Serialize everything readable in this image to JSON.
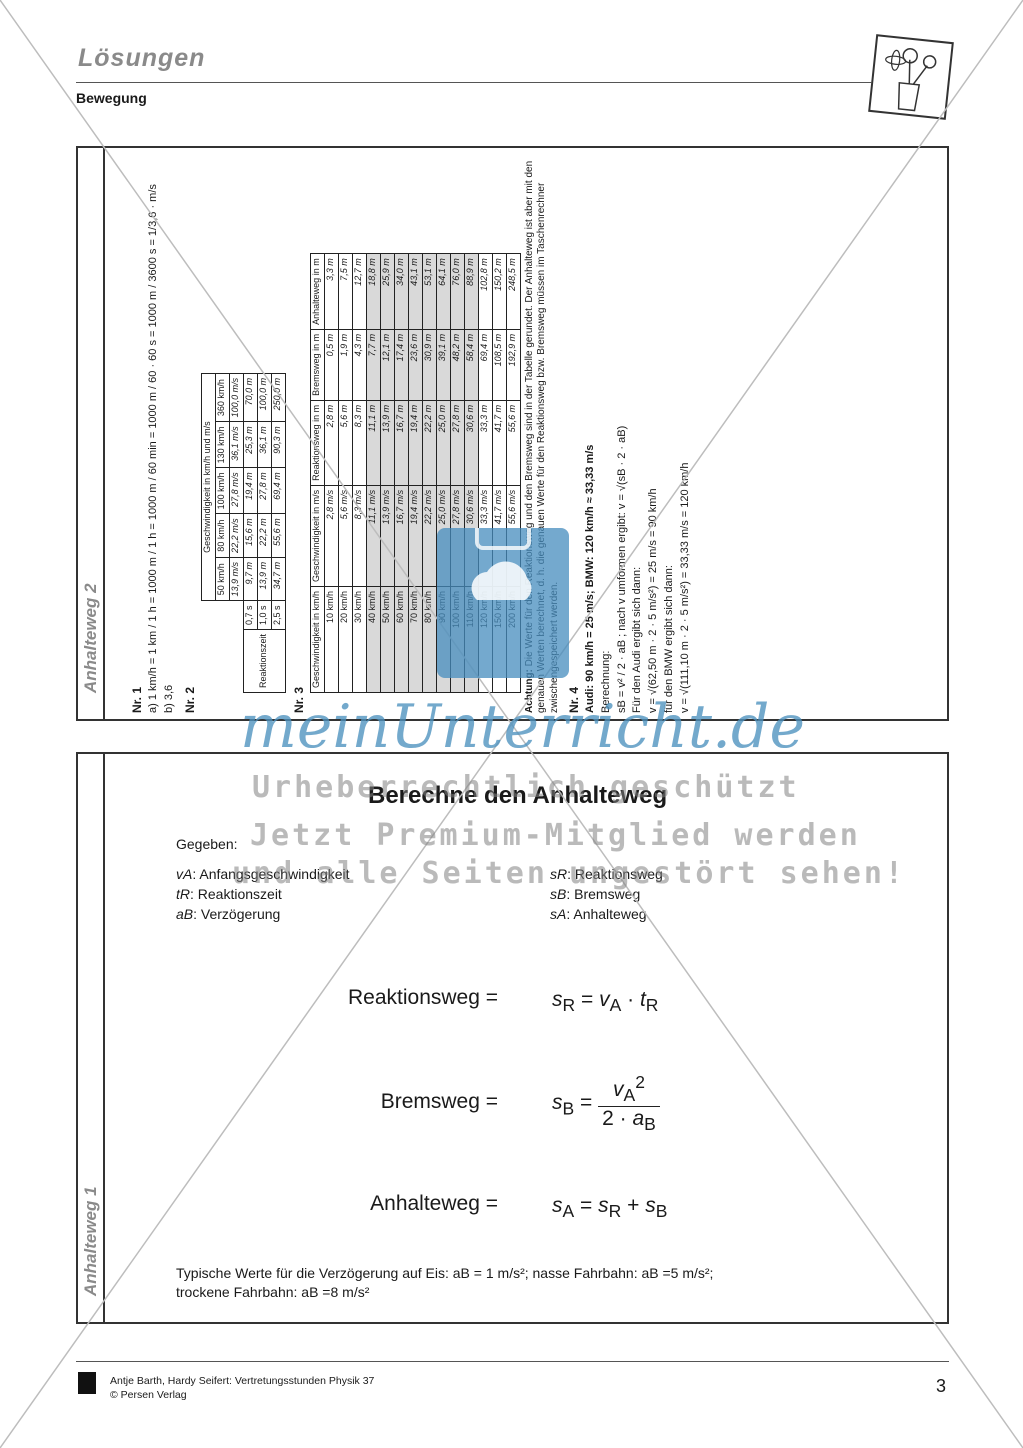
{
  "header": {
    "title": "Lösungen",
    "subtitle": "Bewegung"
  },
  "top_panel": {
    "strip_label": "Anhalteweg 2",
    "nr1": {
      "heading": "Nr. 1",
      "a": "a) 1 km/h = 1 km / 1 h = 1000 m / 1 h = 1000 m / 60 min = 1000 m / 60 · 60 s = 1000 m / 3600 s = 1/3,6 · m/s",
      "b": "b) 3,6"
    },
    "nr2": {
      "heading": "Nr. 2",
      "group_header": "Geschwindigkeit in km/h und m/s",
      "row_label": "Reaktionszeit",
      "columns": [
        "50 km/h",
        "80 km/h",
        "100 km/h",
        "130 km/h",
        "360 km/h"
      ],
      "speeds_ms": [
        "13,9 m/s",
        "22,2 m/s",
        "27,8 m/s",
        "36,1 m/s",
        "100,0 m/s"
      ],
      "rows": [
        {
          "t": "0,7 s",
          "values": [
            "9,7 m",
            "15,6 m",
            "19,4 m",
            "25,3 m",
            "70,0 m"
          ]
        },
        {
          "t": "1,0 s",
          "values": [
            "13,9 m",
            "22,2 m",
            "27,8 m",
            "36,1 m",
            "100,0 m"
          ]
        },
        {
          "t": "2,5 s",
          "values": [
            "34,7 m",
            "55,6 m",
            "69,4 m",
            "90,3 m",
            "250,0 m"
          ]
        }
      ]
    },
    "nr3": {
      "heading": "Nr. 3",
      "headers": [
        "Geschwindigkeit in km/h",
        "Geschwindigkeit in m/s",
        "Reaktionsweg in m",
        "Bremsweg in m",
        "Anhalteweg in m"
      ],
      "rows": [
        [
          "10 km/h",
          "2,8 m/s",
          "2,8 m",
          "0,5 m",
          "3,3 m"
        ],
        [
          "20 km/h",
          "5,6 m/s",
          "5,6 m",
          "1,9 m",
          "7,5 m"
        ],
        [
          "30 km/h",
          "8,3 m/s",
          "8,3 m",
          "4,3 m",
          "12,7 m"
        ],
        [
          "40 km/h",
          "11,1 m/s",
          "11,1 m",
          "7,7 m",
          "18,8 m"
        ],
        [
          "50 km/h",
          "13,9 m/s",
          "13,9 m",
          "12,1 m",
          "25,9 m"
        ],
        [
          "60 km/h",
          "16,7 m/s",
          "16,7 m",
          "17,4 m",
          "34,0 m"
        ],
        [
          "70 km/h",
          "19,4 m/s",
          "19,4 m",
          "23,6 m",
          "43,1 m"
        ],
        [
          "80 km/h",
          "22,2 m/s",
          "22,2 m",
          "30,9 m",
          "53,1 m"
        ],
        [
          "90 km/h",
          "25,0 m/s",
          "25,0 m",
          "39,1 m",
          "64,1 m"
        ],
        [
          "100 km/h",
          "27,8 m/s",
          "27,8 m",
          "48,2 m",
          "76,0 m"
        ],
        [
          "110 km/h",
          "30,6 m/s",
          "30,6 m",
          "58,4 m",
          "88,9 m"
        ],
        [
          "120 km/h",
          "33,3 m/s",
          "33,3 m",
          "69,4 m",
          "102,8 m"
        ],
        [
          "150 km/h",
          "41,7 m/s",
          "41,7 m",
          "108,5 m",
          "150,2 m"
        ],
        [
          "200 km/h",
          "55,6 m/s",
          "55,6 m",
          "192,9 m",
          "248,5 m"
        ]
      ],
      "note_bold": "Achtung:",
      "note": "Die Werte für den Reaktionsweg und den Bremsweg sind in der Tabelle gerundet. Der Anhalteweg ist aber mit den genauen Werten berechnet, d. h. die genauen Werte für den Reaktionsweg bzw. Bremsweg müssen im Taschenrechner zwischengespeichert werden."
    },
    "nr4": {
      "heading": "Nr. 4",
      "answer": "Audi: 90 km/h = 25 m/s; BMW: 120 km/h ≈ 33,33 m/s",
      "line1": "Berechnung:",
      "line2": "sB = v² / 2 · aB ; nach v umformen ergibt: v = √(sB · 2 · aB)",
      "line3": "Für den Audi ergibt sich dann:",
      "line4": "v = √(62,50 m · 2 · 5 m/s²) = 25 m/s = 90 km/h",
      "line5": "für den BMW ergibt sich dann:",
      "line6": "v = √(111,10 m · 2 · 5 m/s²) = 33,33 m/s = 120 km/h"
    }
  },
  "bottom_panel": {
    "strip_label": "Anhalteweg 1",
    "title": "Berechne den Anhalteweg",
    "given_head": "Gegeben:",
    "vars_left": [
      {
        "sym": "vA",
        "text": ": Anfangsgeschwindigkeit"
      },
      {
        "sym": "tR",
        "text": ": Reaktionszeit"
      },
      {
        "sym": "aB",
        "text": ": Verzögerung"
      }
    ],
    "vars_right": [
      {
        "sym": "sR",
        "text": ": Reaktionsweg"
      },
      {
        "sym": "sB",
        "text": ": Bremsweg"
      },
      {
        "sym": "sA",
        "text": ": Anhalteweg"
      }
    ],
    "f1_label": "Reaktionsweg =",
    "f2_label": "Bremsweg =",
    "f3_label": "Anhalteweg =",
    "footnote_1": "Typische Werte für die Verzögerung auf Eis: aB = 1 m/s²; nasse Fahrbahn: aB =5 m/s²;",
    "footnote_2": "trockene Fahrbahn: aB =8 m/s²"
  },
  "footer": {
    "line1": "Antje Barth, Hardy Seifert: Vertretungsstunden Physik 37",
    "line2": "© Persen Verlag",
    "page": "3"
  },
  "watermark": {
    "brand": "meinUnterricht.de",
    "line1": "Urheberrechtlich geschützt",
    "line2": "Jetzt Premium-Mitglied werden",
    "line3": "und alle Seiten ungestört sehen!"
  }
}
